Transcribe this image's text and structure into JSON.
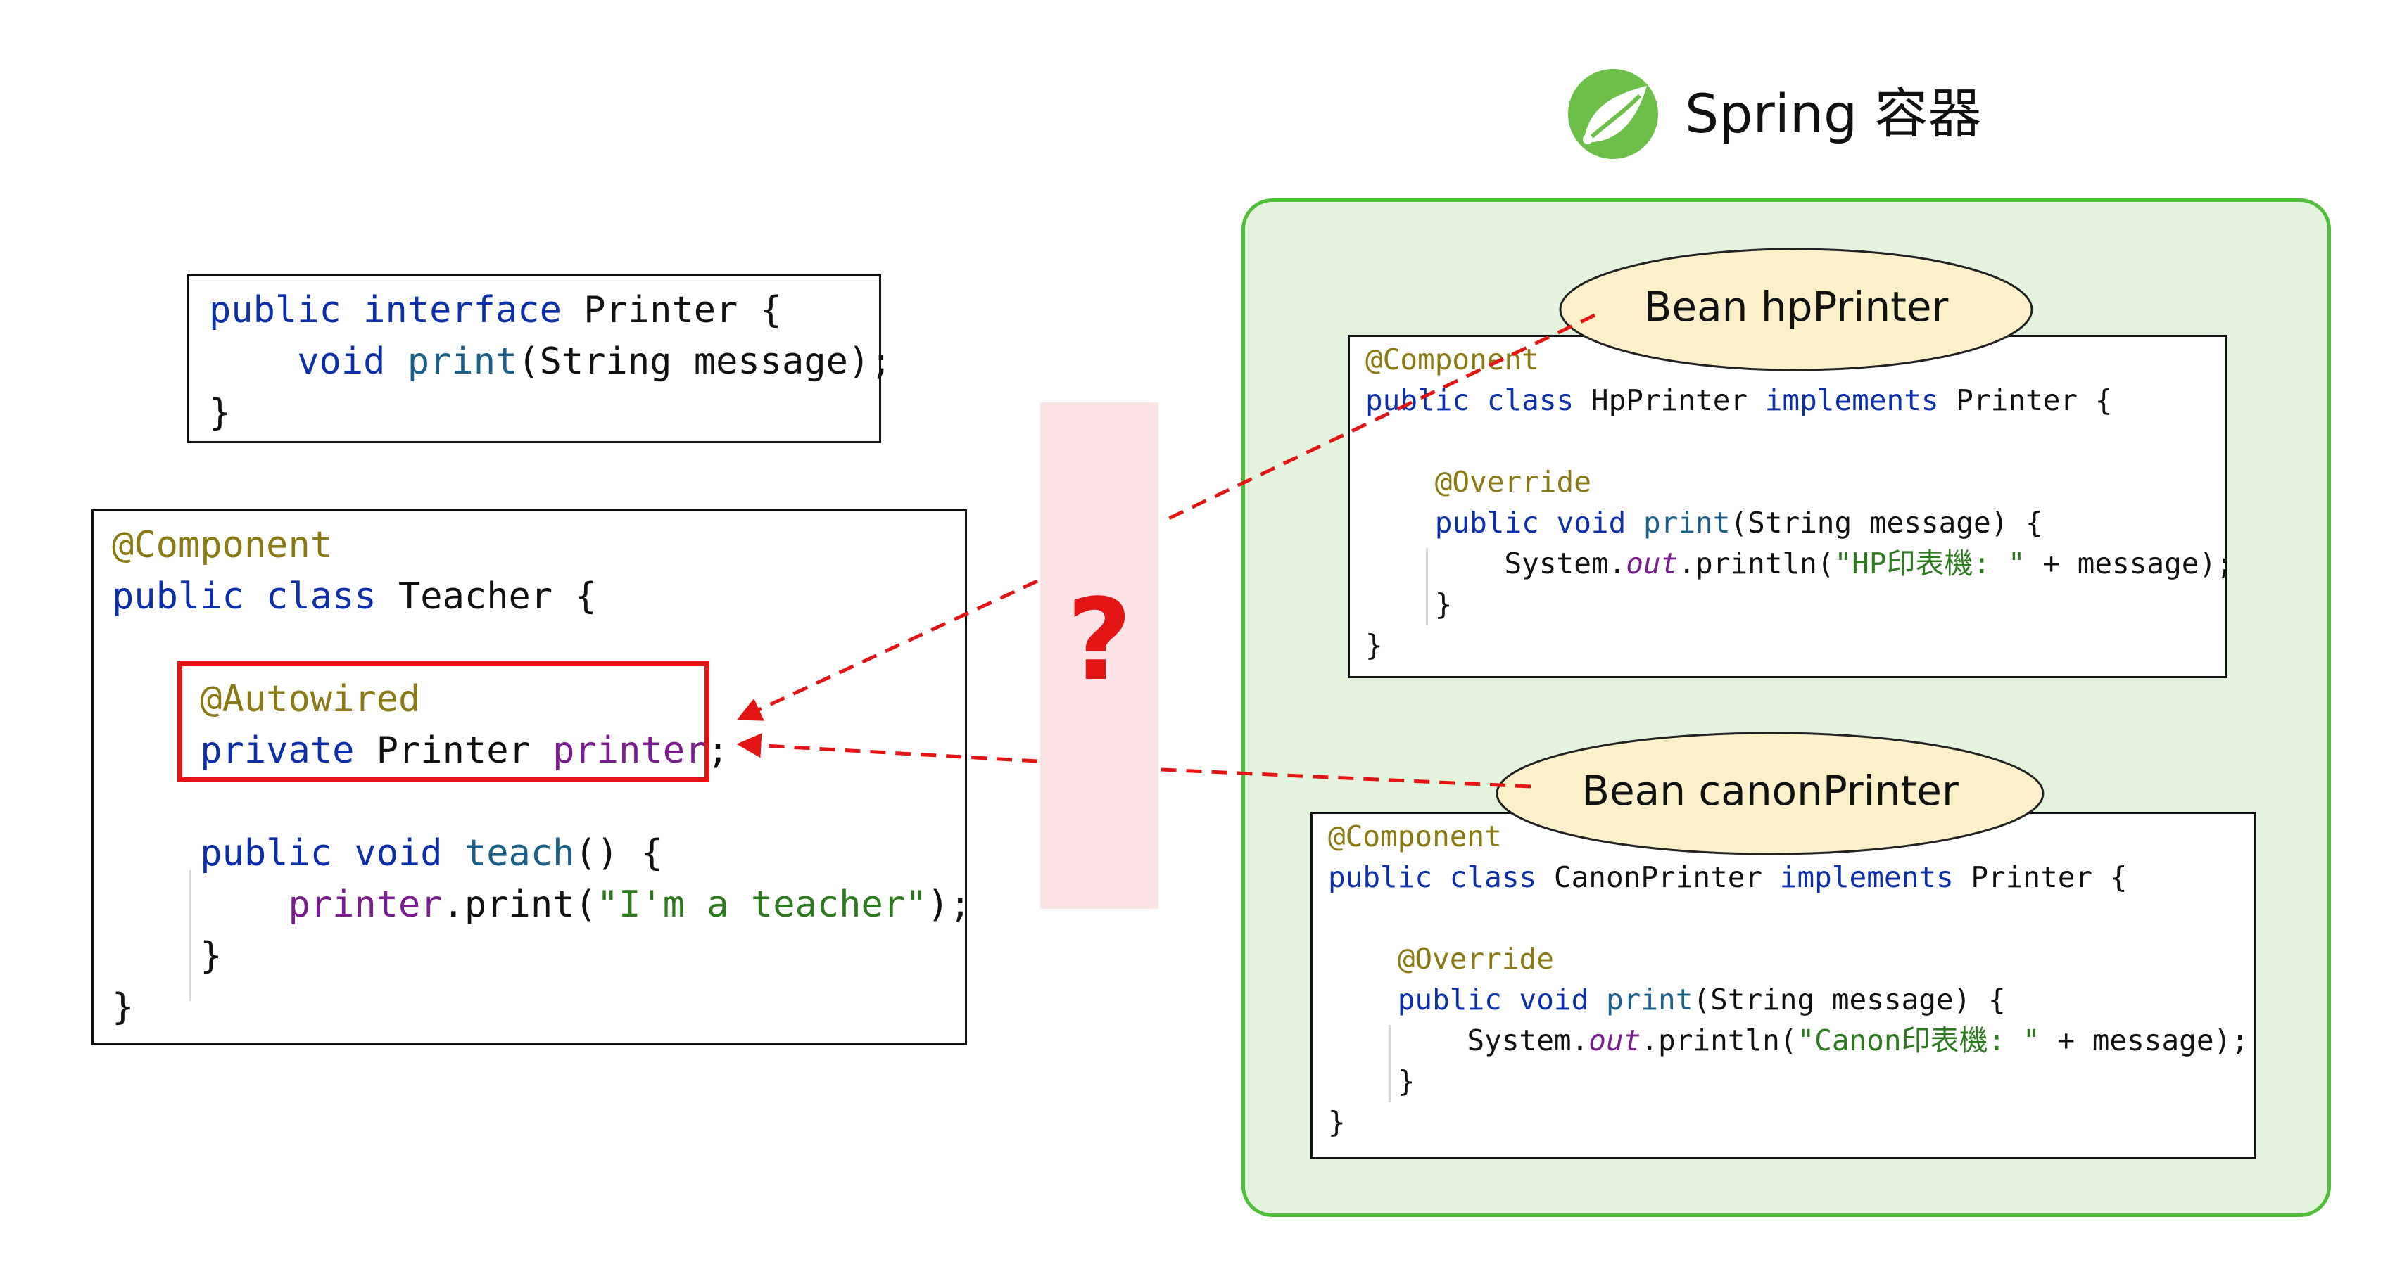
{
  "header": {
    "title": "Spring 容器"
  },
  "printer_interface": {
    "lines": [
      [
        {
          "t": "public interface",
          "c": "kw"
        },
        {
          "t": " Printer {",
          "c": ""
        }
      ],
      [
        {
          "t": "    ",
          "c": ""
        },
        {
          "t": "void",
          "c": "kw"
        },
        {
          "t": " ",
          "c": ""
        },
        {
          "t": "print",
          "c": "fn"
        },
        {
          "t": "(String message);",
          "c": ""
        }
      ],
      [
        {
          "t": "}",
          "c": ""
        }
      ]
    ]
  },
  "teacher_class": {
    "lines": [
      [
        {
          "t": "@Component",
          "c": "ann"
        }
      ],
      [
        {
          "t": "public class",
          "c": "kw"
        },
        {
          "t": " Teacher {",
          "c": ""
        }
      ],
      [],
      [
        {
          "t": "    ",
          "c": ""
        },
        {
          "t": "@Autowired",
          "c": "ann"
        }
      ],
      [
        {
          "t": "    ",
          "c": ""
        },
        {
          "t": "private",
          "c": "kw"
        },
        {
          "t": " Printer ",
          "c": ""
        },
        {
          "t": "printer",
          "c": "var"
        },
        {
          "t": ";",
          "c": ""
        }
      ],
      [],
      [
        {
          "t": "    ",
          "c": ""
        },
        {
          "t": "public void",
          "c": "kw"
        },
        {
          "t": " ",
          "c": ""
        },
        {
          "t": "teach",
          "c": "fn"
        },
        {
          "t": "() {",
          "c": ""
        }
      ],
      [
        {
          "t": "        ",
          "c": ""
        },
        {
          "t": "printer",
          "c": "var"
        },
        {
          "t": ".print(",
          "c": ""
        },
        {
          "t": "\"I'm a teacher\"",
          "c": "str"
        },
        {
          "t": ");",
          "c": ""
        }
      ],
      [
        {
          "t": "    }",
          "c": ""
        }
      ],
      [
        {
          "t": "}",
          "c": ""
        }
      ]
    ]
  },
  "question": {
    "mark": "?"
  },
  "beans": {
    "hp": {
      "label": "Bean hpPrinter",
      "lines": [
        [
          {
            "t": "@Component",
            "c": "ann"
          }
        ],
        [
          {
            "t": "public class",
            "c": "kw"
          },
          {
            "t": " HpPrinter ",
            "c": ""
          },
          {
            "t": "implements",
            "c": "kw"
          },
          {
            "t": " Printer {",
            "c": ""
          }
        ],
        [],
        [
          {
            "t": "    ",
            "c": ""
          },
          {
            "t": "@Override",
            "c": "ann"
          }
        ],
        [
          {
            "t": "    ",
            "c": ""
          },
          {
            "t": "public void",
            "c": "kw"
          },
          {
            "t": " ",
            "c": ""
          },
          {
            "t": "print",
            "c": "fn"
          },
          {
            "t": "(String message) {",
            "c": ""
          }
        ],
        [
          {
            "t": "        System.",
            "c": ""
          },
          {
            "t": "out",
            "c": "ital"
          },
          {
            "t": ".println(",
            "c": ""
          },
          {
            "t": "\"HP印表機: \"",
            "c": "str"
          },
          {
            "t": " + message);",
            "c": ""
          }
        ],
        [
          {
            "t": "    }",
            "c": ""
          }
        ],
        [
          {
            "t": "}",
            "c": ""
          }
        ]
      ]
    },
    "canon": {
      "label": "Bean canonPrinter",
      "lines": [
        [
          {
            "t": "@Component",
            "c": "ann"
          }
        ],
        [
          {
            "t": "public class",
            "c": "kw"
          },
          {
            "t": " CanonPrinter ",
            "c": ""
          },
          {
            "t": "implements",
            "c": "kw"
          },
          {
            "t": " Printer {",
            "c": ""
          }
        ],
        [],
        [
          {
            "t": "    ",
            "c": ""
          },
          {
            "t": "@Override",
            "c": "ann"
          }
        ],
        [
          {
            "t": "    ",
            "c": ""
          },
          {
            "t": "public void",
            "c": "kw"
          },
          {
            "t": " ",
            "c": ""
          },
          {
            "t": "print",
            "c": "fn"
          },
          {
            "t": "(String message) {",
            "c": ""
          }
        ],
        [
          {
            "t": "        System.",
            "c": ""
          },
          {
            "t": "out",
            "c": "ital"
          },
          {
            "t": ".println(",
            "c": ""
          },
          {
            "t": "\"Canon印表機: \"",
            "c": "str"
          },
          {
            "t": " + message);",
            "c": ""
          }
        ],
        [
          {
            "t": "    }",
            "c": ""
          }
        ],
        [
          {
            "t": "}",
            "c": ""
          }
        ]
      ]
    }
  },
  "colors": {
    "keyword": "#0a2fa8",
    "annotation": "#8b7a14",
    "variable": "#7a1b8e",
    "string": "#2c7a1e",
    "arrow": "#e31414",
    "container_fill": "#e4f3dd",
    "container_border": "#4fbf3a",
    "bean_fill": "#fbf0c9",
    "question_fill": "#fde2e6"
  },
  "icons": {
    "logo": "spring-leaf-icon"
  }
}
